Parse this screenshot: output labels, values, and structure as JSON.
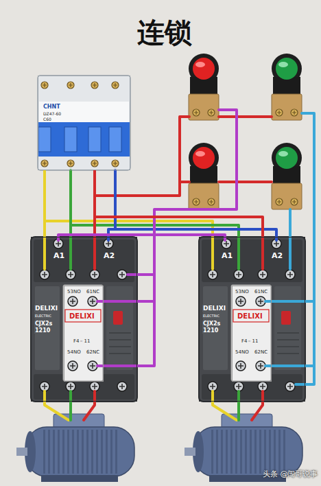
{
  "diagram": {
    "title": "连锁",
    "nodes": [
      {
        "text": [
          "CHNT",
          "DZ47-60",
          "C60"
        ]
      },
      {
        "text": [
          "A1",
          "A2",
          "DELIXI",
          "ELECTRIC",
          "CJX2s 1210"
        ]
      },
      {
        "text": [
          "53NO",
          "61NC",
          "DELIXI",
          "F4－11",
          "54NO",
          "62NC"
        ],
        "in": 1
      },
      {
        "text": [
          "A1",
          "A2",
          "DELIXI",
          "ELECTRIC",
          "CJX2s 1210"
        ]
      },
      {
        "text": [
          "53NO",
          "61NC",
          "DELIXI",
          "F4－11",
          "54NO",
          "62NC"
        ],
        "in": 3
      }
    ],
    "edges": [
      {
        "from": 0,
        "to": 1,
        "arrow": "none"
      },
      {
        "from": 0,
        "to": 3,
        "arrow": "none"
      }
    ],
    "labels": [
      "头条 @闯哥说事"
    ]
  }
}
